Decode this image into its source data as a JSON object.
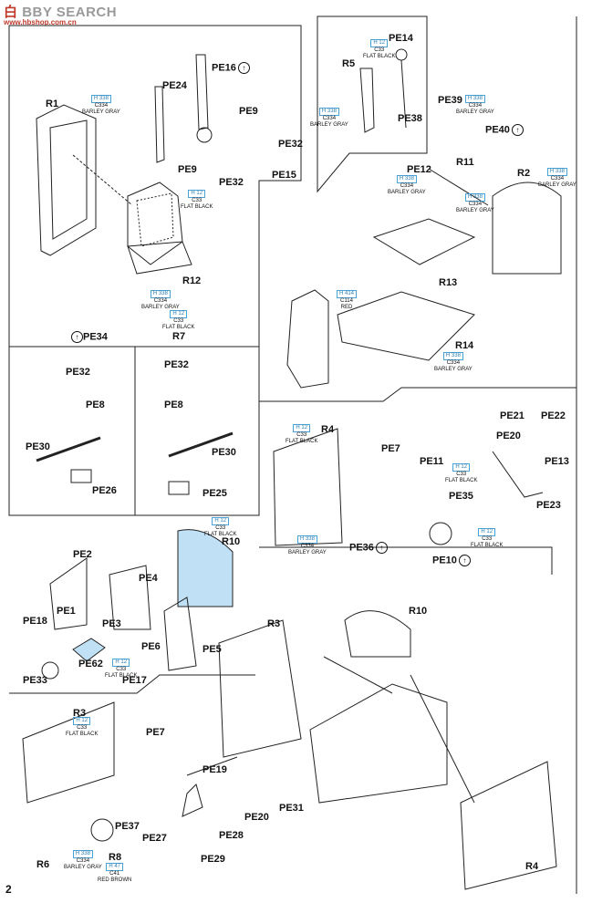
{
  "watermark": {
    "brand_a": "白",
    "brand_b": "BBY SEARCH",
    "subtitle": "www.hbshop.com.cn"
  },
  "page_number": "2",
  "colors": {
    "light_blue": "#bfe0f5",
    "line": "#222222",
    "paint_box": "#4aa3d6"
  },
  "labels": [
    {
      "text": "PE14",
      "ref": false
    },
    {
      "text": "R5",
      "ref": false
    },
    {
      "text": "PE38",
      "ref": false
    },
    {
      "text": "PE16",
      "ref": true
    },
    {
      "text": "PE24",
      "ref": false
    },
    {
      "text": "PE9",
      "ref": false
    },
    {
      "text": "PE32",
      "ref": false
    },
    {
      "text": "PE15",
      "ref": false
    },
    {
      "text": "PE9",
      "ref": false
    },
    {
      "text": "PE32",
      "ref": false
    },
    {
      "text": "R1",
      "ref": false
    },
    {
      "text": "R12",
      "ref": false
    },
    {
      "text": "PE34",
      "ref": true
    },
    {
      "text": "R7",
      "ref": false
    },
    {
      "text": "PE39",
      "ref": false
    },
    {
      "text": "PE40",
      "ref": true
    },
    {
      "text": "PE12",
      "ref": false
    },
    {
      "text": "R11",
      "ref": false
    },
    {
      "text": "R2",
      "ref": false
    },
    {
      "text": "R13",
      "ref": false
    },
    {
      "text": "R14",
      "ref": false
    },
    {
      "text": "PE32",
      "ref": false
    },
    {
      "text": "PE8",
      "ref": false
    },
    {
      "text": "PE30",
      "ref": false
    },
    {
      "text": "PE26",
      "ref": false
    },
    {
      "text": "PE32",
      "ref": false
    },
    {
      "text": "PE8",
      "ref": false
    },
    {
      "text": "PE30",
      "ref": false
    },
    {
      "text": "PE25",
      "ref": false
    },
    {
      "text": "R4",
      "ref": false
    },
    {
      "text": "PE7",
      "ref": false
    },
    {
      "text": "PE36",
      "ref": true
    },
    {
      "text": "PE21",
      "ref": false
    },
    {
      "text": "PE22",
      "ref": false
    },
    {
      "text": "PE20",
      "ref": false
    },
    {
      "text": "PE11",
      "ref": false
    },
    {
      "text": "PE13",
      "ref": false
    },
    {
      "text": "PE35",
      "ref": false
    },
    {
      "text": "PE23",
      "ref": false
    },
    {
      "text": "PE10",
      "ref": true
    },
    {
      "text": "PE2",
      "ref": false
    },
    {
      "text": "R10",
      "ref": false
    },
    {
      "text": "PE4",
      "ref": false
    },
    {
      "text": "PE1",
      "ref": false
    },
    {
      "text": "PE18",
      "ref": false
    },
    {
      "text": "PE3",
      "ref": false
    },
    {
      "text": "PE6",
      "ref": false
    },
    {
      "text": "PE5",
      "ref": false
    },
    {
      "text": "PE62",
      "ref": false
    },
    {
      "text": "PE33",
      "ref": false
    },
    {
      "text": "PE17",
      "ref": false
    },
    {
      "text": "R10",
      "ref": false
    },
    {
      "text": "R3",
      "ref": false
    },
    {
      "text": "R3",
      "ref": false
    },
    {
      "text": "PE7",
      "ref": false
    },
    {
      "text": "PE19",
      "ref": false
    },
    {
      "text": "PE20",
      "ref": false
    },
    {
      "text": "PE31",
      "ref": false
    },
    {
      "text": "PE37",
      "ref": false
    },
    {
      "text": "PE27",
      "ref": false
    },
    {
      "text": "PE28",
      "ref": false
    },
    {
      "text": "PE29",
      "ref": false
    },
    {
      "text": "R6",
      "ref": false
    },
    {
      "text": "R8",
      "ref": false
    },
    {
      "text": "R4",
      "ref": false
    }
  ],
  "paints": [
    {
      "h": "H 12",
      "c": "C33",
      "name": "FLAT BLACK"
    },
    {
      "h": "H 338",
      "c": "C334",
      "name": "BARLEY GRAY"
    },
    {
      "h": "H 338",
      "c": "C334",
      "name": "BARLEY GRAY"
    },
    {
      "h": "H 12",
      "c": "C33",
      "name": "FLAT BLACK"
    },
    {
      "h": "H 338",
      "c": "C334",
      "name": "BARLEY GRAY"
    },
    {
      "h": "H 12",
      "c": "C33",
      "name": "FLAT BLACK"
    },
    {
      "h": "H 338",
      "c": "C334",
      "name": "BARLEY GRAY"
    },
    {
      "h": "H 338",
      "c": "C334",
      "name": "BARLEY GRAY"
    },
    {
      "h": "H 338",
      "c": "C334",
      "name": "BARLEY GRAY"
    },
    {
      "h": "H 338",
      "c": "C334",
      "name": "BARLEY GRAY"
    },
    {
      "h": "H 414",
      "c": "C114",
      "name": "RED"
    },
    {
      "h": "H 338",
      "c": "C334",
      "name": "BARLEY GRAY"
    },
    {
      "h": "H 12",
      "c": "C33",
      "name": "FLAT BLACK"
    },
    {
      "h": "H 338",
      "c": "C334",
      "name": "BARLEY GRAY"
    },
    {
      "h": "H 12",
      "c": "C33",
      "name": "FLAT BLACK"
    },
    {
      "h": "H 12",
      "c": "C33",
      "name": "FLAT BLACK"
    },
    {
      "h": "H 12",
      "c": "C33",
      "name": "FLAT BLACK"
    },
    {
      "h": "H 12",
      "c": "C33",
      "name": "FLAT BLACK"
    },
    {
      "h": "H 12",
      "c": "C33",
      "name": "FLAT BLACK"
    },
    {
      "h": "H 338",
      "c": "C334",
      "name": "BARLEY GRAY"
    },
    {
      "h": "H 47",
      "c": "C41",
      "name": "RED BROWN"
    }
  ]
}
